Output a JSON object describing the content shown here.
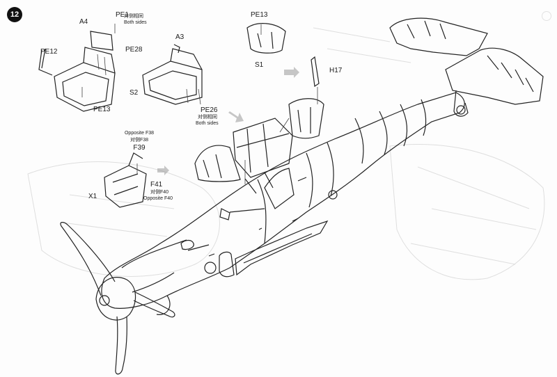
{
  "step": {
    "number": "12"
  },
  "parts": {
    "pe1": {
      "id": "PE1",
      "note_cn": "对侧相同",
      "note_en": "Both sides"
    },
    "a4": {
      "id": "A4"
    },
    "pe12": {
      "id": "PE12"
    },
    "pe28": {
      "id": "PE28"
    },
    "s2": {
      "id": "S2"
    },
    "pe13_left": {
      "id": "PE13"
    },
    "a3": {
      "id": "A3"
    },
    "pe26": {
      "id": "PE26",
      "note_cn": "对侧相同",
      "note_en": "Both sides"
    },
    "pe13_top": {
      "id": "PE13"
    },
    "s1": {
      "id": "S1"
    },
    "h17": {
      "id": "H17"
    },
    "f39": {
      "id": "F39",
      "opp_en": "Opposite F38",
      "opp_cn": "对侧F38"
    },
    "x1": {
      "id": "X1"
    },
    "f41": {
      "id": "F41",
      "opp_cn": "对侧F40",
      "opp_en": "Opposite F40"
    }
  }
}
